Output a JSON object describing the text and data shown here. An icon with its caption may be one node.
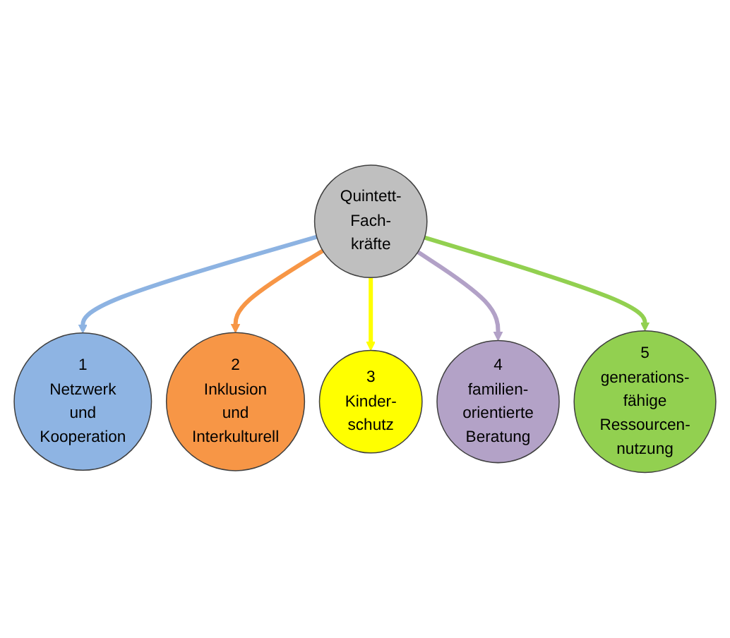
{
  "diagram": {
    "nodes": [
      {
        "text": [
          "Quintett- Fach- kräfte"
        ]
      },
      {
        "text": [
          "1",
          "Netzwerk und Kooperation"
        ]
      },
      {
        "text": [
          "2",
          "Inklusion und Interkulturell"
        ]
      },
      {
        "text": [
          "3",
          "Kinder- schutz"
        ]
      },
      {
        "text": [
          "4",
          "familien- orientierte Beratung"
        ]
      },
      {
        "text": [
          "5",
          "generations- fähige Ressourcen- nutzung"
        ]
      }
    ],
    "edges": [
      {
        "from": 0,
        "to": 1,
        "arrow": "to",
        "color": "#8db3e2"
      },
      {
        "from": 0,
        "to": 2,
        "arrow": "to",
        "color": "#f79646"
      },
      {
        "from": 0,
        "to": 3,
        "arrow": "to",
        "color": "#ffff00"
      },
      {
        "from": 0,
        "to": 4,
        "arrow": "to",
        "color": "#b2a1c7"
      },
      {
        "from": 0,
        "to": 5,
        "arrow": "to",
        "color": "#92d050"
      }
    ]
  }
}
